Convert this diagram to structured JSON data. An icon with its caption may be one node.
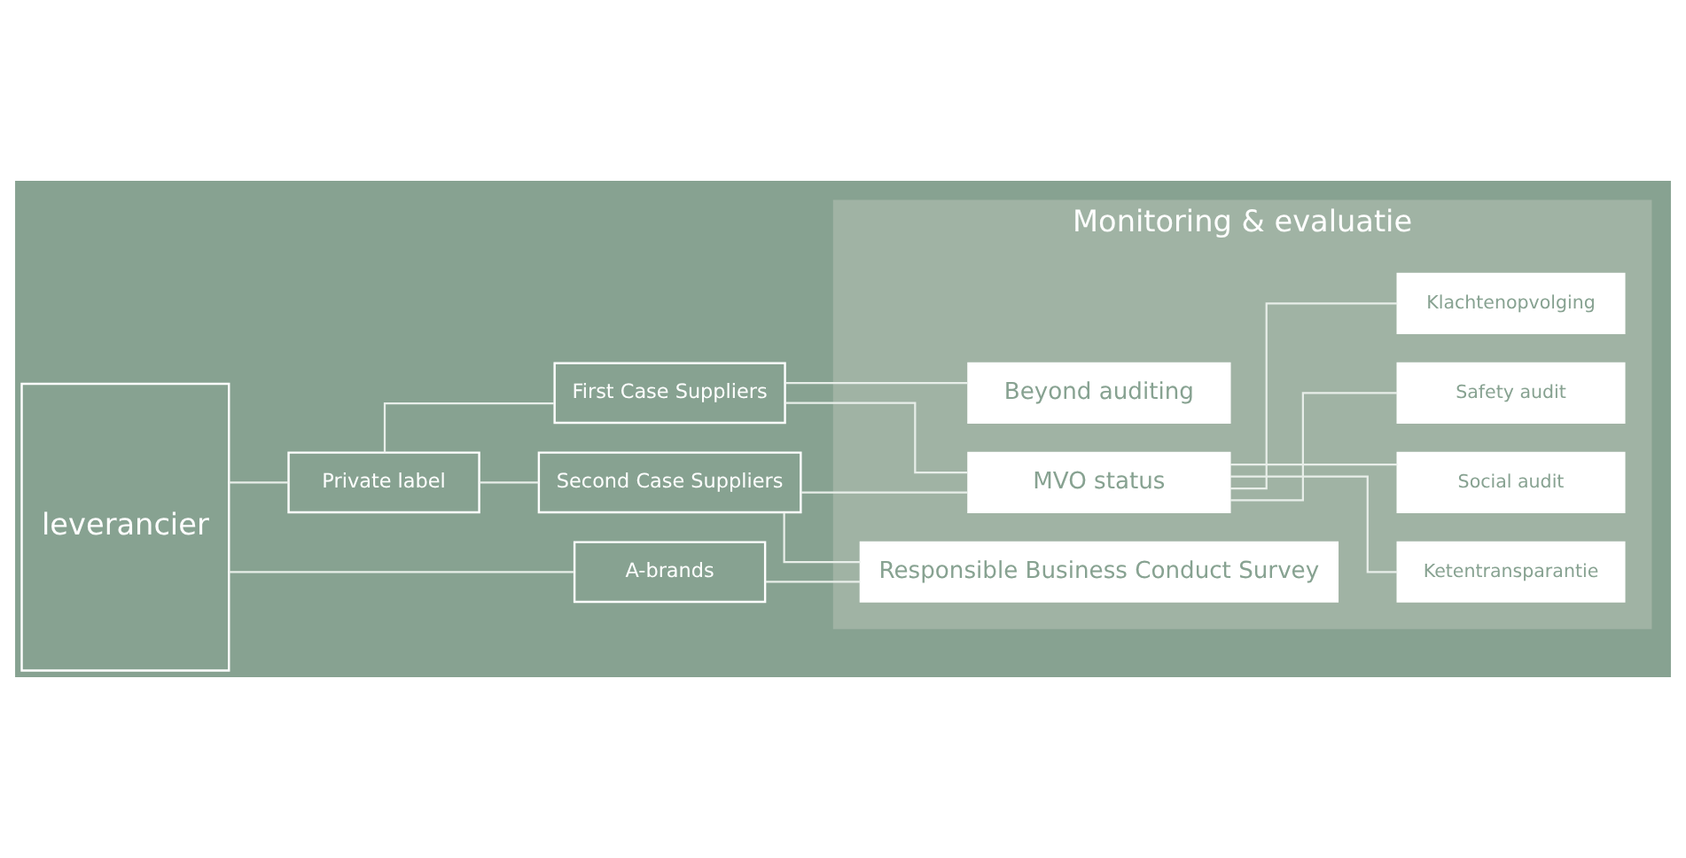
{
  "diagram": {
    "nodes": [
      {
        "text": [
          "leverancier"
        ]
      },
      {
        "text": [
          "Private label"
        ]
      },
      {
        "text": [
          "A-brands"
        ]
      },
      {
        "text": [
          "First Case Suppliers"
        ]
      },
      {
        "text": [
          "Second Case Suppliers"
        ]
      },
      {
        "text": [
          "Monitoring & evaluatie"
        ]
      },
      {
        "text": [
          "Beyond auditing"
        ],
        "in": 5
      },
      {
        "text": [
          "MVO status"
        ],
        "in": 5
      },
      {
        "text": [
          "Responsible Business Conduct Survey"
        ],
        "in": 5
      },
      {
        "text": [
          "Ketentransparantie"
        ],
        "in": 5
      },
      {
        "text": [
          "Social audit"
        ],
        "in": 5
      },
      {
        "text": [
          "Safety audit"
        ],
        "in": 5
      },
      {
        "text": [
          "Klachtenopvolging"
        ],
        "in": 5
      }
    ],
    "edges": [
      {
        "from": 0,
        "to": 1,
        "arrow": "none"
      },
      {
        "from": 0,
        "to": 2,
        "arrow": "none"
      },
      {
        "from": 1,
        "to": 3,
        "arrow": "none"
      },
      {
        "from": 1,
        "to": 4,
        "arrow": "none"
      },
      {
        "from": 3,
        "to": 6,
        "arrow": "none"
      },
      {
        "from": 3,
        "to": 7,
        "arrow": "none"
      },
      {
        "from": 4,
        "to": 7,
        "arrow": "none"
      },
      {
        "from": 4,
        "to": 8,
        "arrow": "none"
      },
      {
        "from": 2,
        "to": 8,
        "arrow": "none"
      },
      {
        "from": 7,
        "to": 9,
        "arrow": "none"
      },
      {
        "from": 7,
        "to": 10,
        "arrow": "none"
      },
      {
        "from": 7,
        "to": 11,
        "arrow": "none"
      },
      {
        "from": 7,
        "to": 12,
        "arrow": "none"
      }
    ]
  }
}
